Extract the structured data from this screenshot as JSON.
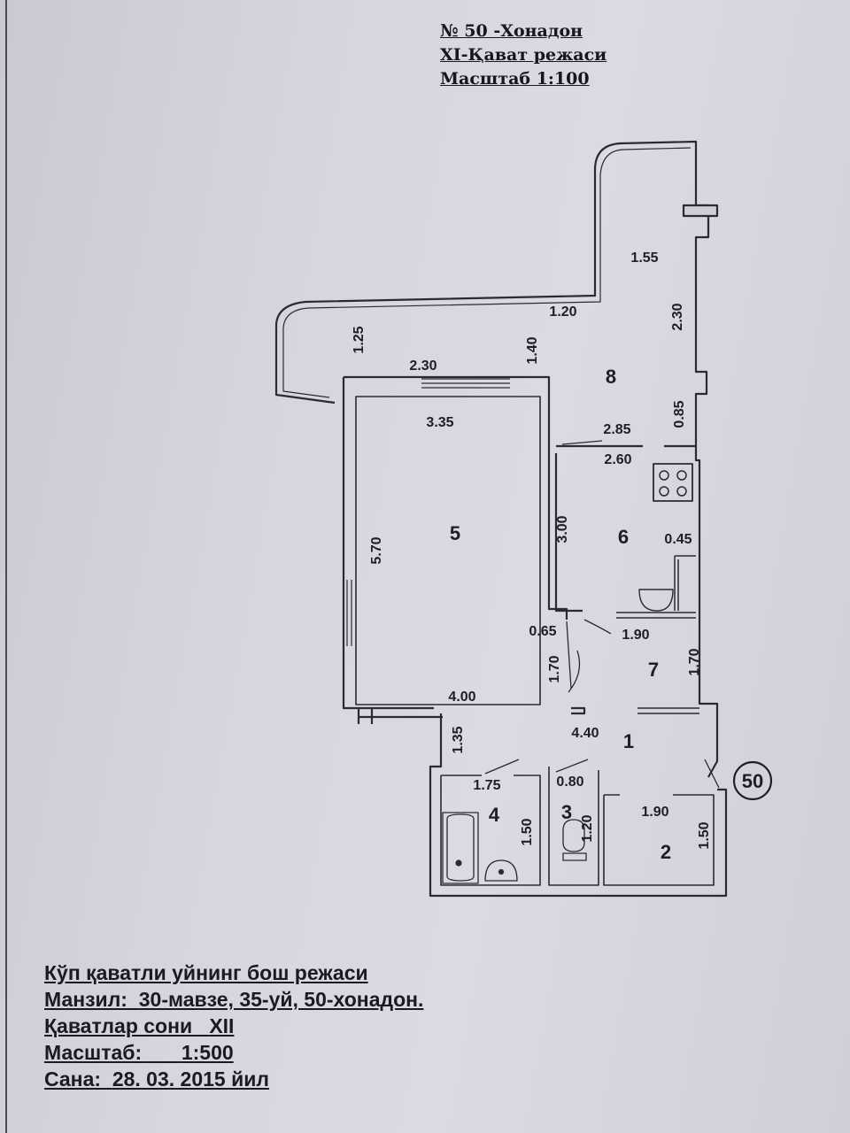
{
  "header": {
    "apartment": "№ 50 -Хонадон",
    "floor_plan": "XI-Қават режаси",
    "scale": "Масштаб 1:100"
  },
  "rooms": [
    "1",
    "2",
    "3",
    "4",
    "5",
    "6",
    "7",
    "8"
  ],
  "dimensions": {
    "balcony_top": "1.55",
    "balcony_mid": "1.20",
    "balcony_left": "1.25",
    "balcony_right": "2.30",
    "balcony_inner": "1.40",
    "balcony_bottom": "2.30",
    "room5_top": "3.35",
    "room5_left": "5.70",
    "room5_bottom": "4.00",
    "room6_top_a": "2.85",
    "room6_top_b": "2.60",
    "room6_left": "3.00",
    "room6_right": "0.45",
    "room8_side": "0.85",
    "corridor_small": "0.65",
    "corridor_door": "1.70",
    "room7_top": "1.90",
    "room7_right": "1.70",
    "hall_width": "4.40",
    "hall_left": "1.35",
    "room4_width": "1.75",
    "room4_height": "1.50",
    "room3_width": "0.80",
    "room3_height": "1.20",
    "room2_width": "1.90",
    "room2_height": "1.50"
  },
  "apartment_badge": "50",
  "footer": {
    "title": "Кўп қаватли уйнинг бош режаси",
    "address_label": "Манзил:",
    "address_value": "30-мавзе, 35-уй, 50-хонадон.",
    "floors_label": "Қаватлар сони",
    "floors_value": "XII",
    "scale_label": "Масштаб:",
    "scale_value": "1:500",
    "date_label": "Сана:",
    "date_value": "28. 03. 2015 йил"
  }
}
